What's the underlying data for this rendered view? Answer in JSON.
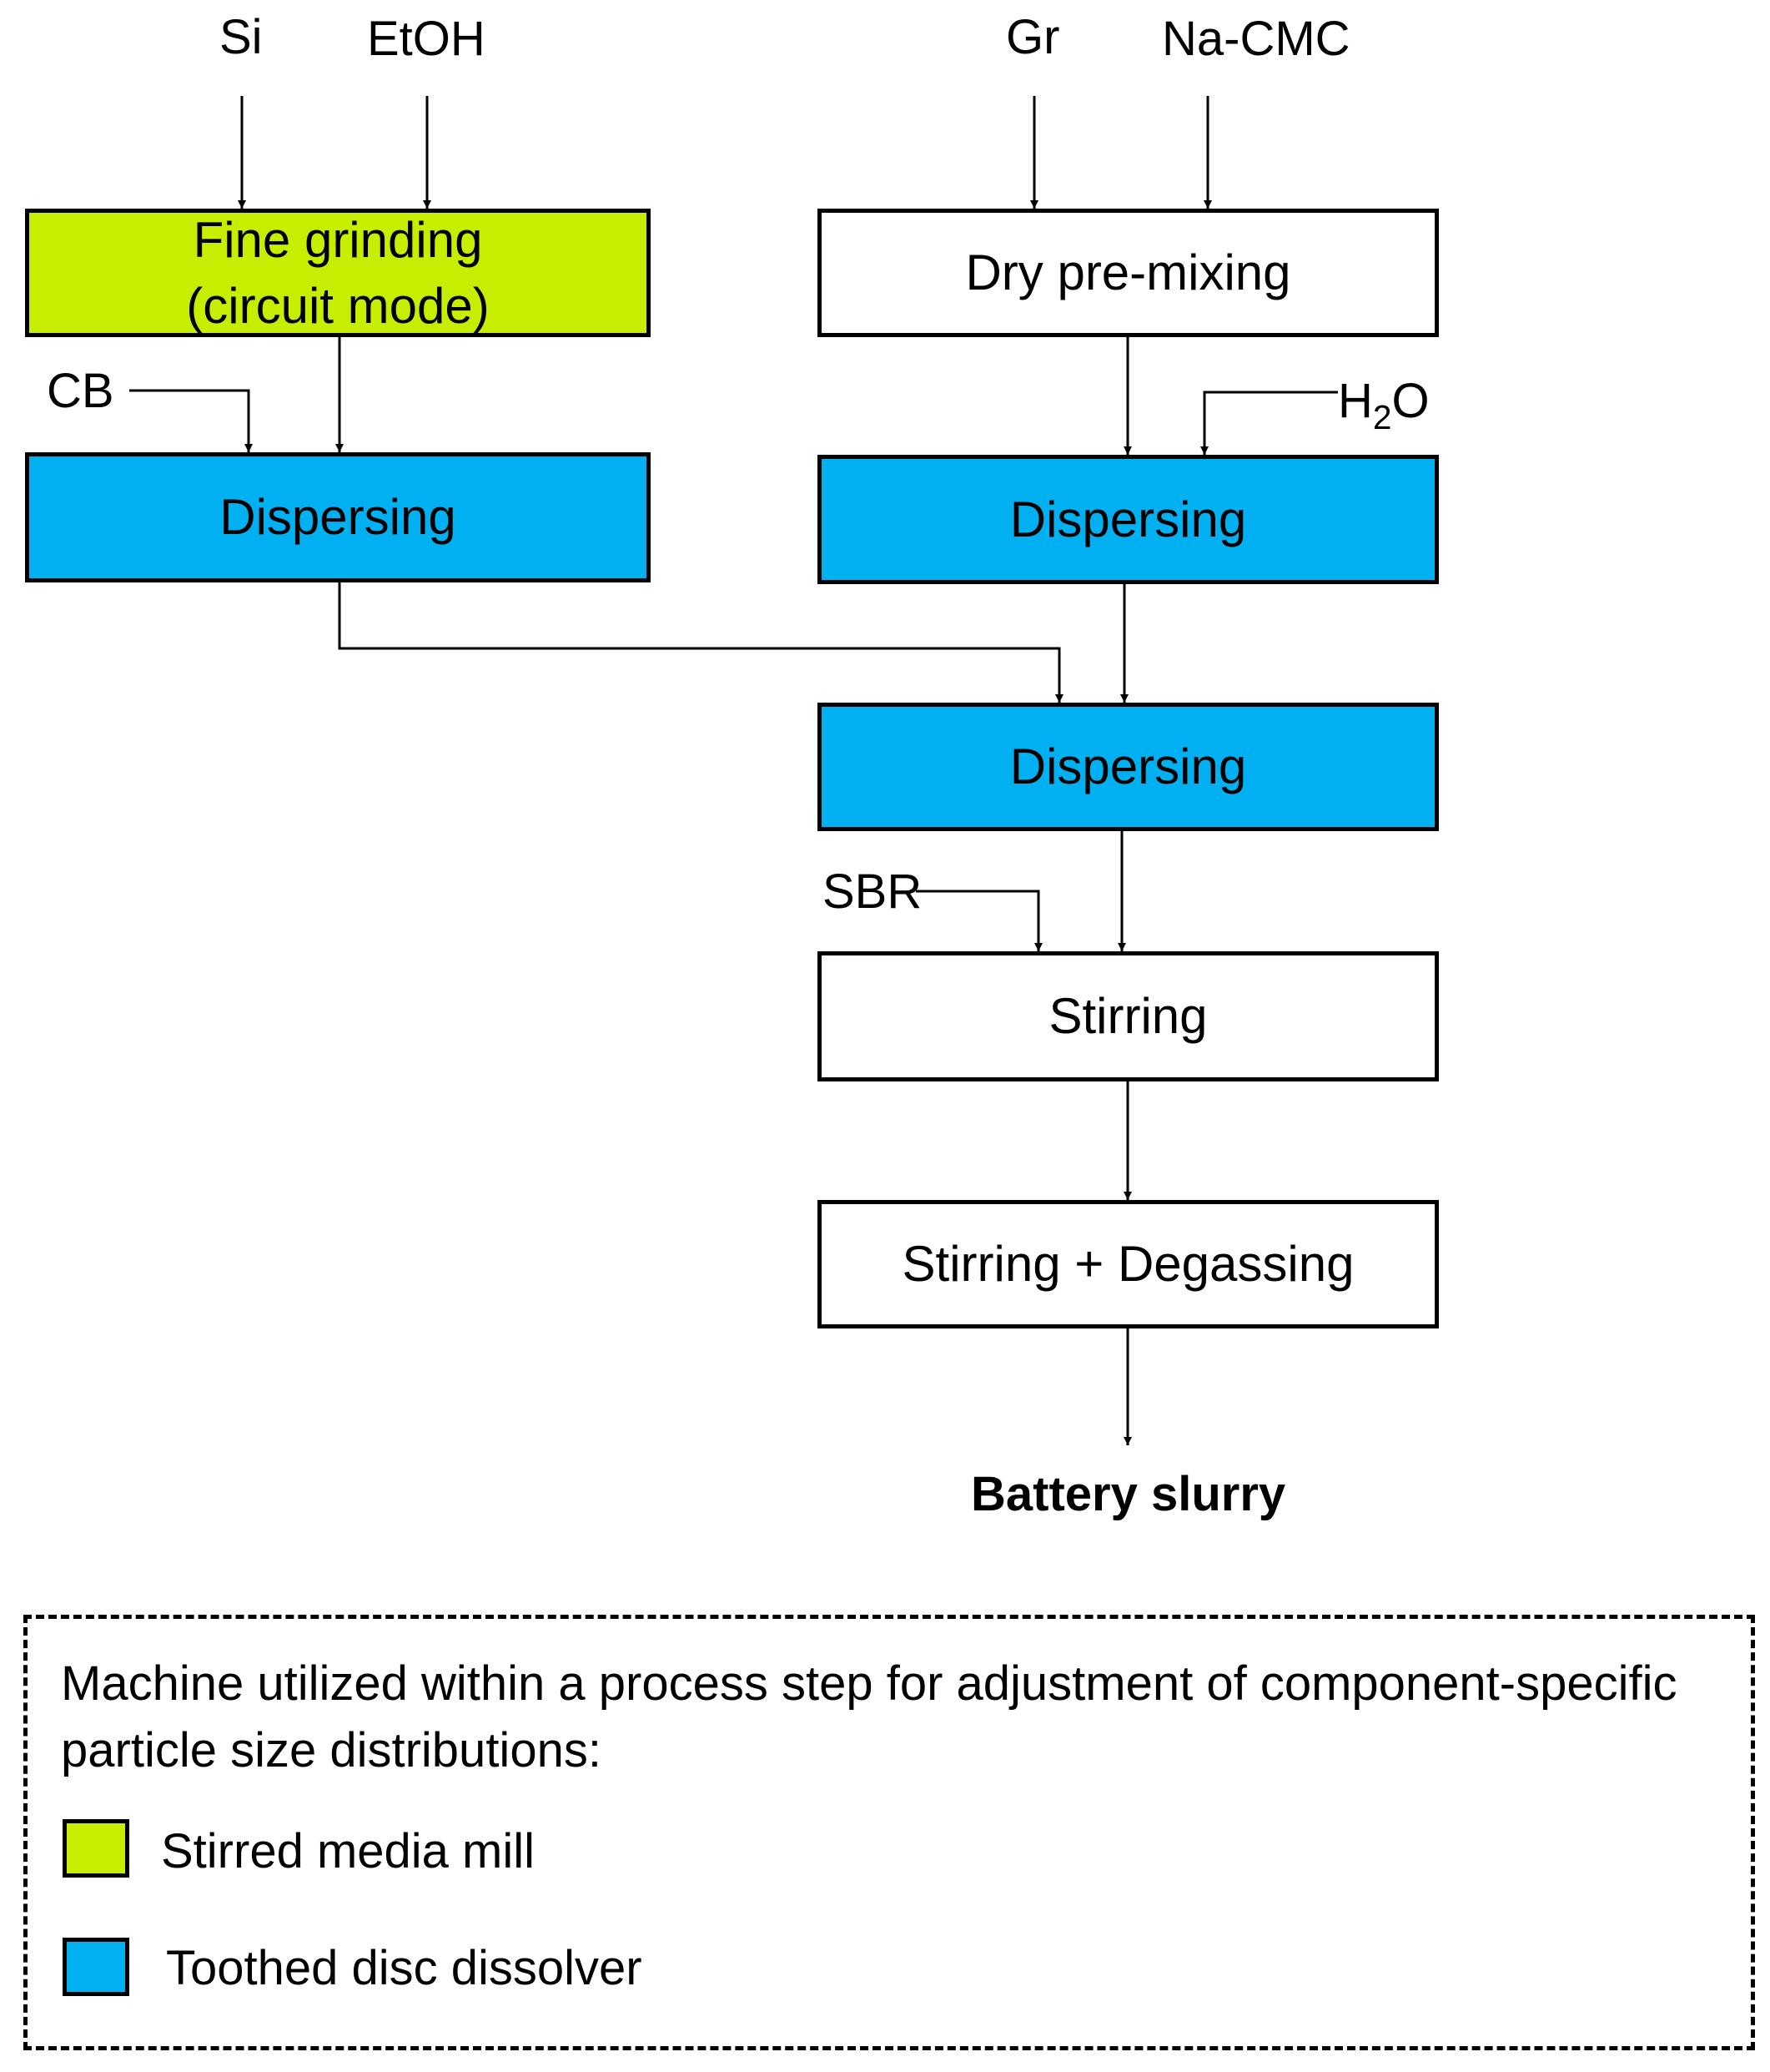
{
  "inputs": {
    "si": "Si",
    "etoh": "EtOH",
    "gr": "Gr",
    "na_cmc": "Na-CMC",
    "cb": "CB",
    "water_base": "H",
    "water_sub": "2",
    "water_tail": "O",
    "sbr": "SBR"
  },
  "steps": {
    "fine_grinding_line1": "Fine grinding",
    "fine_grinding_line2": "(circuit mode)",
    "dry_premixing": "Dry pre-mixing",
    "dispersing_left": "Dispersing",
    "dispersing_right": "Dispersing",
    "dispersing_combined": "Dispersing",
    "stirring": "Stirring",
    "stirring_degassing": "Stirring + Degassing"
  },
  "output": "Battery slurry",
  "legend": {
    "description": "Machine utilized within a process step for adjustment of component-specific particle size distributions:",
    "items": [
      {
        "label": "Stirred media mill",
        "color": "#c7ee00"
      },
      {
        "label": "Toothed disc dissolver",
        "color": "#00b0f0"
      }
    ]
  },
  "colors": {
    "stirred_media_mill": "#c7ee00",
    "toothed_disc_dissolver": "#00b0f0",
    "plain_step": "#ffffff",
    "lines": "#000000"
  }
}
